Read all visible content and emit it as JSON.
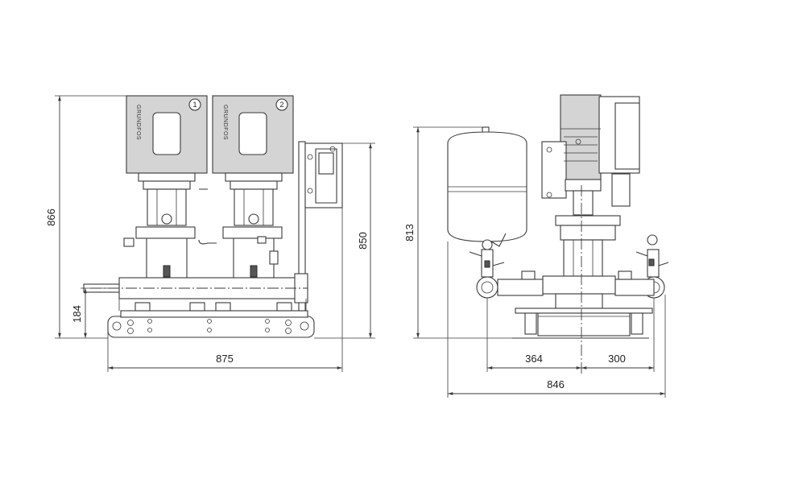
{
  "front_view": {
    "pumps": [
      {
        "number": "1",
        "brand": "GRUNDFOS"
      },
      {
        "number": "2",
        "brand": "GRUNDFOS"
      }
    ],
    "dimensions": {
      "total_height": "866",
      "manifold_height": "184",
      "control_height": "850",
      "width": "875"
    }
  },
  "side_view": {
    "dimensions": {
      "height": "813",
      "left_offset": "364",
      "right_offset": "300",
      "total_depth": "846"
    }
  }
}
